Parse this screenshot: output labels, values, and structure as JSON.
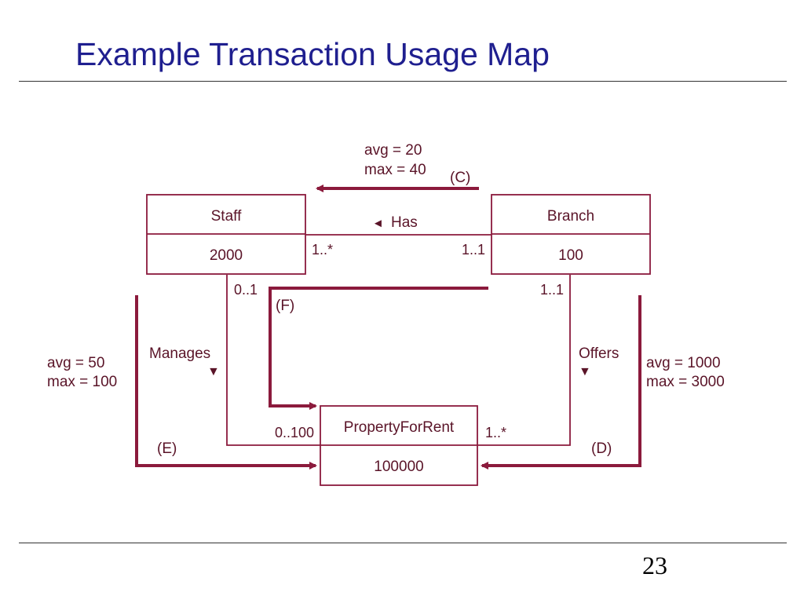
{
  "slide": {
    "title": "Example Transaction Usage Map",
    "page_number": "23"
  },
  "diagram": {
    "colors": {
      "line": "#8b1a3c",
      "text": "#5a1428",
      "box_border": "#8b1a3c",
      "title": "#1f1f8f"
    },
    "entities": {
      "staff": {
        "name": "Staff",
        "count": "2000"
      },
      "branch": {
        "name": "Branch",
        "count": "100"
      },
      "property": {
        "name": "PropertyForRent",
        "count": "100000"
      }
    },
    "relationships": {
      "has": {
        "label": "Has",
        "direction_glyph": "◄",
        "staff_multiplicity": "1..*",
        "branch_multiplicity": "1..1"
      },
      "manages": {
        "label": "Manages",
        "direction_glyph": "▼",
        "staff_multiplicity": "0..1",
        "property_multiplicity": "0..100"
      },
      "offers": {
        "label": "Offers",
        "direction_glyph": "▼",
        "branch_multiplicity": "1..1",
        "property_multiplicity": "1..*"
      }
    },
    "transactions": {
      "C": {
        "tag": "(C)",
        "avg": "avg = 20",
        "max": "max = 40"
      },
      "D": {
        "tag": "(D)",
        "avg": "avg = 1000",
        "max": "max = 3000"
      },
      "E": {
        "tag": "(E)",
        "avg": "avg = 50",
        "max": "max = 100"
      },
      "F": {
        "tag": "(F)"
      }
    }
  }
}
